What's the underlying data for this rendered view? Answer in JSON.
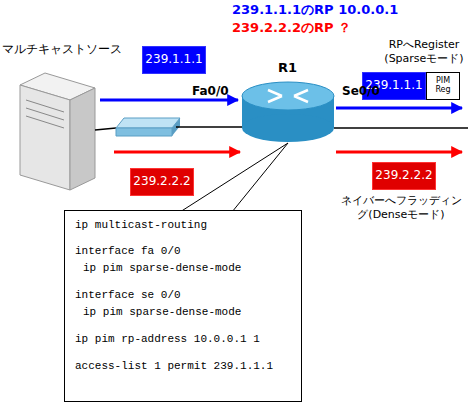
{
  "diagram": {
    "nodes": [
      {
        "text": [
          "239.1.1.1"
        ]
      },
      {
        "text": [
          "239.1.1.1"
        ]
      },
      {
        "text": [
          "PIM Reg"
        ]
      },
      {
        "text": [
          "239.2.2.2"
        ]
      },
      {
        "text": [
          "239.2.2.2"
        ]
      },
      {
        "text": [
          "ip multicast-routing",
          "interface fa 0/0",
          "ip pim sparse-dense-mode",
          "interface se 0/0",
          "ip pim sparse-dense-mode",
          "ip pim rp-address 10.0.0.1 1",
          "access-list 1 permit 239.1.1.1"
        ]
      }
    ],
    "labels": [
      "239.1.1.1のRP 10.0.0.1",
      "239.2.2.2のRP ？",
      "マルチキャストソース",
      "R1",
      "Fa0/0",
      "Se0/0",
      "RPへRegister (Sparseモード)",
      "ネイバーへフラッディング(Denseモード)"
    ]
  }
}
